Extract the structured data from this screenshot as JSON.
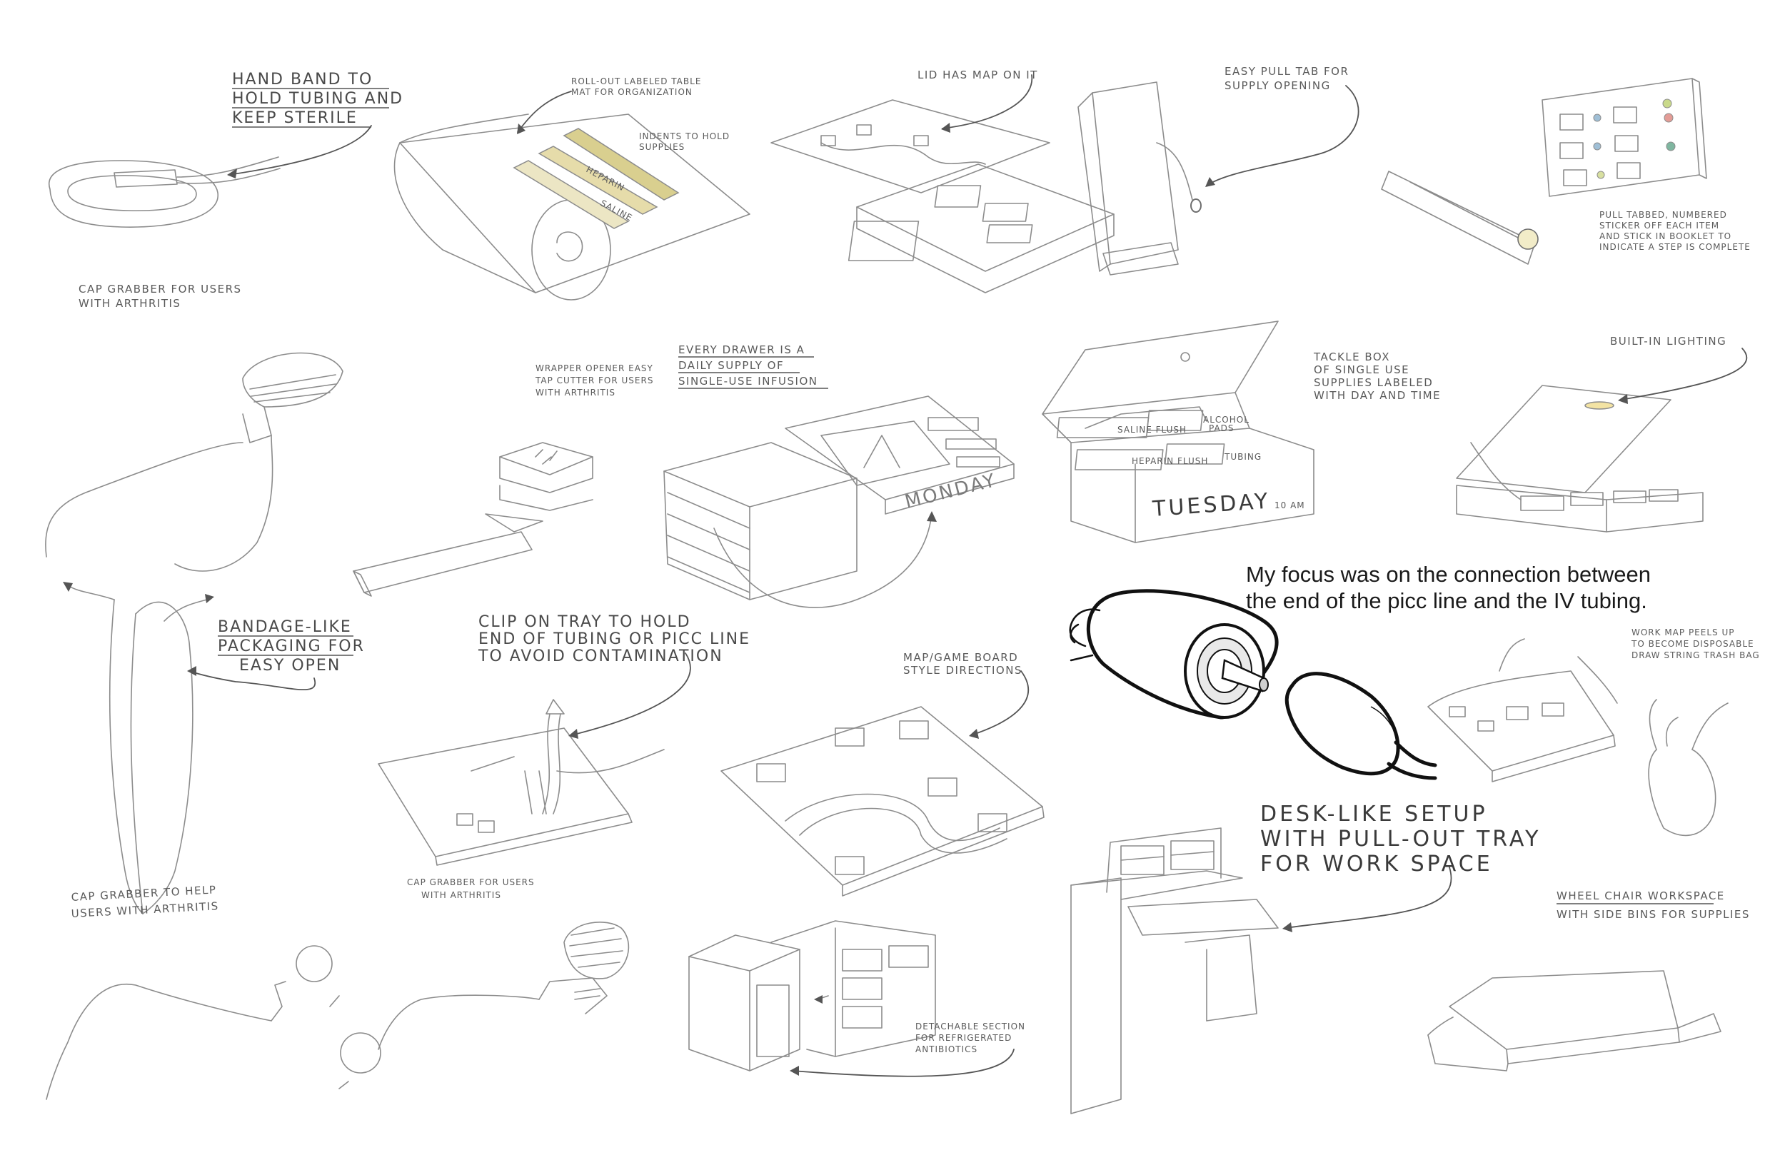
{
  "notes": {
    "hand_band": [
      "HAND BAND TO",
      "HOLD TUBING AND",
      "KEEP STERILE"
    ],
    "cap_grabber_1": [
      "CAP GRABBER FOR USERS",
      "WITH ARTHRITIS"
    ],
    "roll_mat": [
      "ROLL-OUT LABELED TABLE",
      "MAT FOR ORGANIZATION"
    ],
    "indents": [
      "INDENTS TO HOLD",
      "SUPPLIES"
    ],
    "heparin_label": "HEPARIN",
    "saline_label": "SALINE",
    "lid_map": "LID HAS MAP ON IT",
    "pull_tab": [
      "EASY PULL TAB FOR",
      "SUPPLY OPENING"
    ],
    "sticker": [
      "PULL TABBED, NUMBERED",
      "STICKER OFF EACH ITEM",
      "AND STICK IN BOOKLET TO",
      "INDICATE A STEP IS COMPLETE"
    ],
    "wrapper": [
      "WRAPPER OPENER EASY",
      "TAP CUTTER FOR USERS",
      "WITH ARTHRITIS"
    ],
    "drawer": [
      "EVERY DRAWER IS A",
      "DAILY SUPPLY OF",
      "SINGLE-USE INFUSION"
    ],
    "monday": "MONDAY",
    "tackle": [
      "TACKLE BOX",
      "OF SINGLE USE",
      "SUPPLIES LABELED",
      "WITH DAY AND TIME"
    ],
    "saline_flush": "SALINE FLUSH",
    "alcohol_pads": [
      "ALCOHOL",
      "PADS"
    ],
    "heparin_flush": "HEPARIN FLUSH",
    "tubing": "TUBING",
    "tuesday": "TUESDAY",
    "ten_am": "10 AM",
    "lighting": "BUILT-IN LIGHTING",
    "focus": [
      "My focus was on the connection between",
      "the end of the picc line and the IV tubing."
    ],
    "bandage": [
      "BANDAGE-LIKE",
      "PACKAGING FOR",
      "EASY OPEN"
    ],
    "clip": [
      "CLIP ON TRAY TO HOLD",
      "END OF TUBING OR PICC LINE",
      "TO AVOID CONTAMINATION"
    ],
    "map_board": [
      "MAP/GAME BOARD",
      "STYLE DIRECTIONS"
    ],
    "work_map": [
      "WORK MAP PEELS UP",
      "TO BECOME DISPOSABLE",
      "DRAW STRING TRASH BAG"
    ],
    "cap_grabber_2": [
      "CAP GRABBER FOR USERS",
      "WITH ARTHRITIS"
    ],
    "cap_grabber_3": [
      "CAP GRABBER TO HELP",
      "USERS WITH ARTHRITIS"
    ],
    "desk": [
      "DESK-LIKE SETUP",
      "WITH PULL-OUT TRAY",
      "FOR WORK SPACE"
    ],
    "wheelchair": [
      "WHEEL CHAIR WORKSPACE",
      "WITH SIDE BINS FOR SUPPLIES"
    ],
    "detachable": [
      "DETACHABLE SECTION",
      "FOR REFRIGERATED",
      "ANTIBIOTICS"
    ]
  },
  "colors": {
    "pencil": "#8c8c8c",
    "ink": "#111111",
    "text": "#5a5a5a",
    "heparin_tint": "#d9cf8f",
    "saline_tint": "#e6dcaa"
  }
}
